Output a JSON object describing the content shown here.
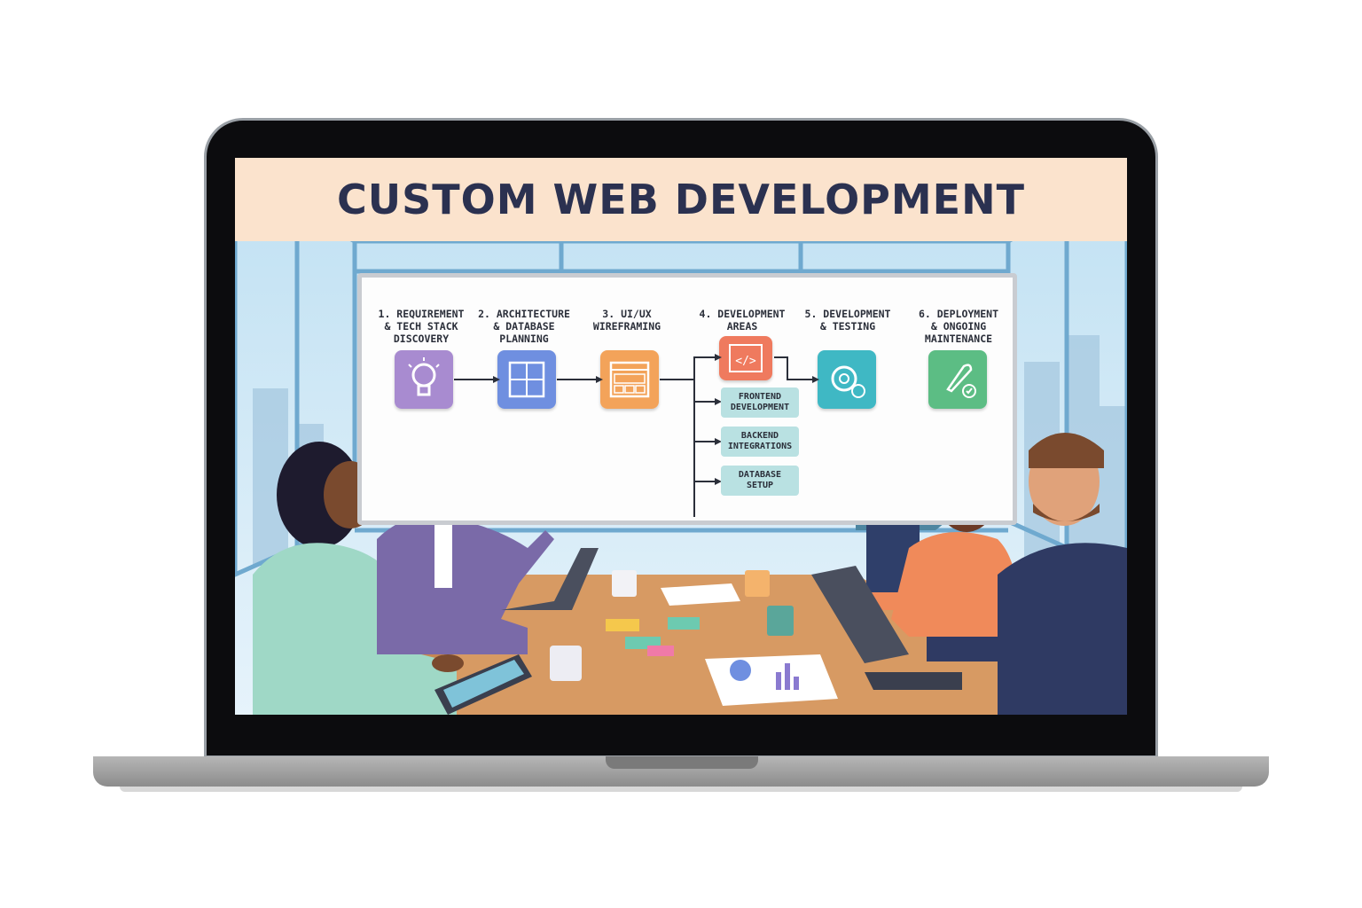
{
  "banner": {
    "title": "CUSTOM WEB DEVELOPMENT"
  },
  "steps": [
    {
      "label": "1. REQUIREMENT\n& TECH STACK\nDISCOVERY",
      "icon": "lightbulb-icon",
      "color": "#a88bd0"
    },
    {
      "label": "2. ARCHITECTURE\n& DATABASE\nPLANNING",
      "icon": "blueprint-icon",
      "color": "#6f8fe0"
    },
    {
      "label": "3. UI/UX\nWIREFRAMING",
      "icon": "wireframe-icon",
      "color": "#f3a35a"
    },
    {
      "label": "4. DEVELOPMENT\nAREAS",
      "icon": "code-icon",
      "color": "#ef7a5e"
    },
    {
      "label": "5. DEVELOPMENT\n& TESTING",
      "icon": "gear-icon",
      "color": "#3fb8c4"
    },
    {
      "label": "6. DEPLOYMENT\n& ONGOING\nMAINTENANCE",
      "icon": "rocket-icon",
      "color": "#5cbd84"
    }
  ],
  "development_areas": [
    "FRONTEND\nDEVELOPMENT",
    "BACKEND\nINTEGRATIONS",
    "DATABASE\nSETUP"
  ]
}
